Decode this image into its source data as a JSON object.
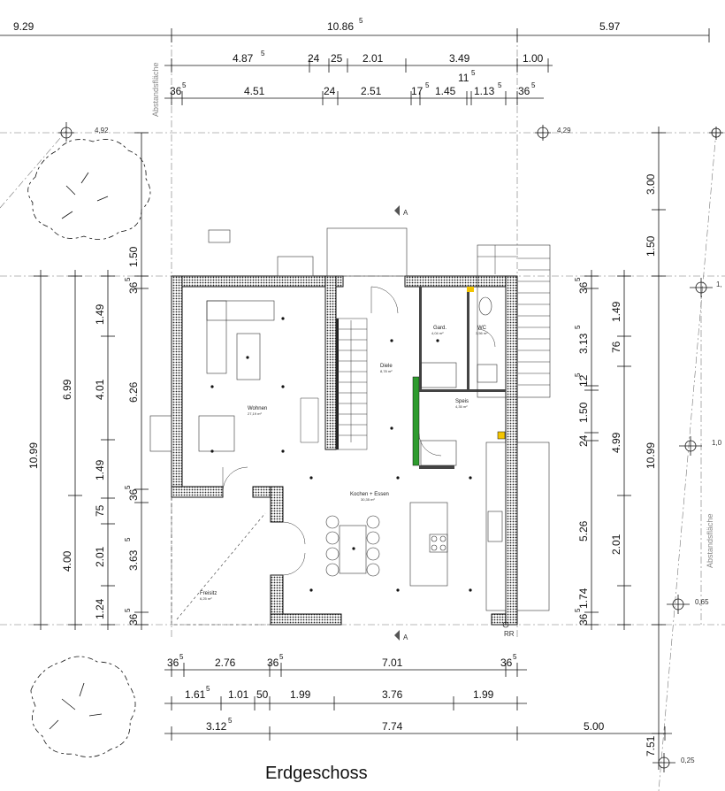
{
  "title": "Erdgeschoss",
  "side_labels": {
    "left": "Abstandsfläche",
    "right": "Abstandsfläche"
  },
  "rooms": {
    "wohnen": {
      "name": "Wohnen",
      "area": "27,19 m²"
    },
    "diele": {
      "name": "Diele",
      "area": "8,78 m²"
    },
    "gard": {
      "name": "Gard.",
      "area": "4,04 m²"
    },
    "wc": {
      "name": "WC",
      "area": "3,56 m²"
    },
    "speis": {
      "name": "Speis",
      "area": "4,35 m²"
    },
    "kochen": {
      "name": "Kochen + Essen",
      "area": "30,35 m²"
    },
    "freisitz": {
      "name": "Freisitz",
      "area": "6,25 m²"
    }
  },
  "labels": {
    "rr": "RR",
    "section_a": "A"
  },
  "markers": {
    "m1": "4,92",
    "m2": "4,29",
    "m3": "1,",
    "m4": "1,0",
    "m5": "0,65",
    "m6": "0,25"
  },
  "dims": {
    "top1": [
      "9.29",
      "10.86",
      "5",
      "5.97"
    ],
    "top2": [
      "4.87",
      "5",
      "24",
      "25",
      "2.01",
      "3.49",
      "1.00"
    ],
    "top3": [
      "36",
      "5",
      "4.51",
      "24",
      "2.51",
      "17",
      "5",
      "1.45",
      "1.13",
      "5",
      "36",
      "5",
      "11",
      "5"
    ],
    "bottom1": [
      "36",
      "5",
      "2.76",
      "36",
      "5",
      "7.01",
      "36",
      "5"
    ],
    "bottom2": [
      "1.61",
      "5",
      "1.01",
      "50",
      "1.99",
      "3.76",
      "1.99"
    ],
    "bottom3": [
      "3.12",
      "5",
      "7.74",
      "5.00"
    ],
    "left_outer": "10.99",
    "left_mid": [
      "6.99",
      "4.00"
    ],
    "left_inner": [
      "1.49",
      "4.01",
      "1.49",
      "75",
      "2.01",
      "1.24"
    ],
    "left_inner2": [
      "1.50",
      "36",
      "5",
      "6.26",
      "36",
      "5",
      "3.63",
      "5",
      "36",
      "5"
    ],
    "right_inner": [
      "3.00",
      "1.50",
      "36",
      "5",
      "3.13",
      "5",
      "12",
      "5",
      "1.50",
      "24",
      "5.26",
      "1.74",
      "36",
      "5"
    ],
    "right_mid": [
      "1.49",
      "76",
      "4.99",
      "2.01"
    ],
    "right_outer": [
      "10.99",
      "7.51"
    ]
  }
}
